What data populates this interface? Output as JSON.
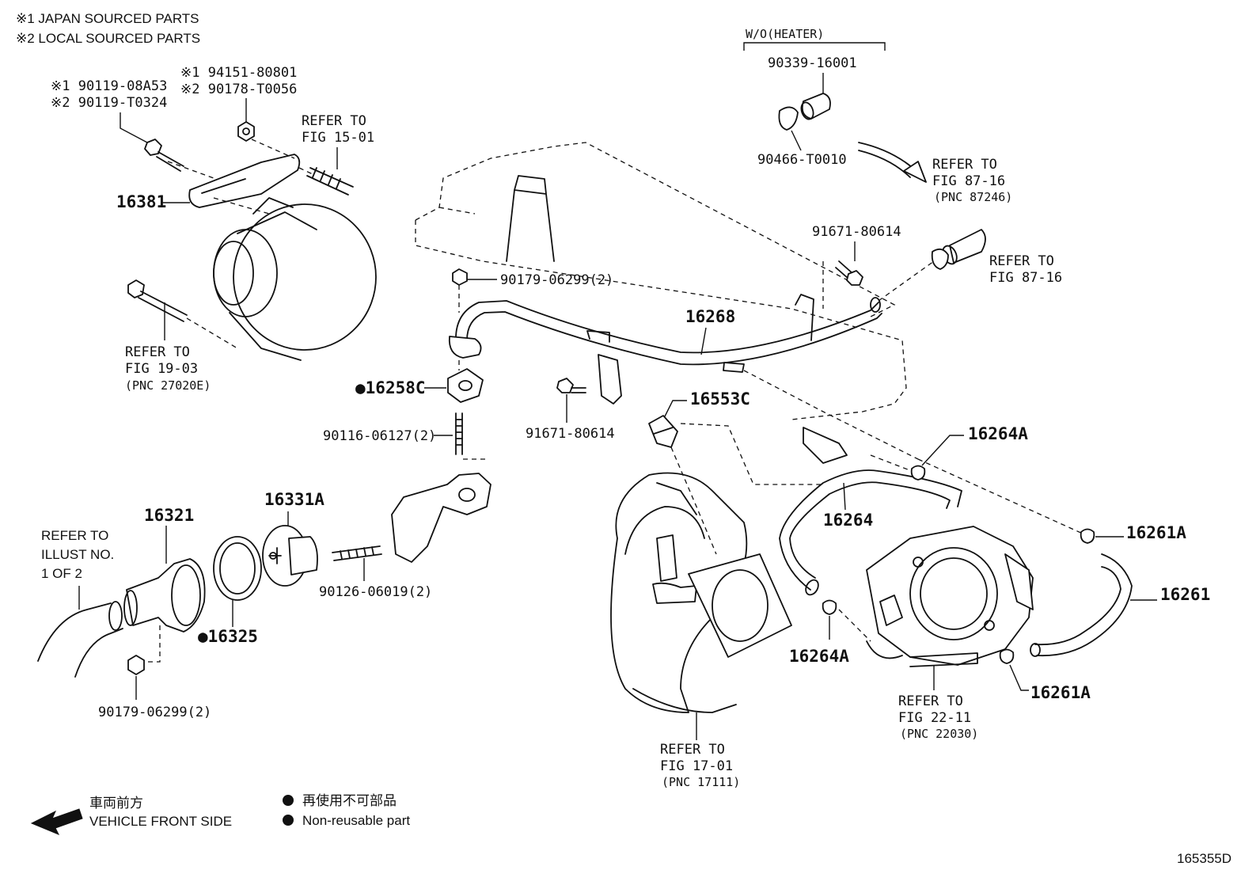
{
  "legend": {
    "note1": "※1 JAPAN SOURCED PARTS",
    "note2": "※2 LOCAL SOURCED PARTS",
    "nonreusable_jp": "再使用不可部品",
    "nonreusable_en": "Non-reusable part",
    "front_jp": "車両前方",
    "front_en": "VEHICLE FRONT SIDE",
    "bullet": "●"
  },
  "figure_id": "165355D",
  "heater_group": "W/O(HEATER)",
  "parts": {
    "bolt_jp": "※1 90119-08A53",
    "bolt_local": "※2 90119-T0324",
    "nut_jp": "※1 94151-80801",
    "nut_local": "※2 90178-T0056",
    "bracket": "16381",
    "hose_cover": "90339-16001",
    "clip_heater": "90466-T0010",
    "bolt_top": "91671-80614",
    "nut_water_pipe": "90179-06299(2)",
    "water_pipe": "16268",
    "gasket": "16258C",
    "stud_a": "90116-06127(2)",
    "bolt_mid": "91671-80614",
    "clamp": "16553C",
    "clip_a1": "16264A",
    "hose_a": "16264",
    "clip_a2": "16264A",
    "clip_b1": "16261A",
    "hose_b": "16261",
    "clip_b2": "16261A",
    "inlet": "16321",
    "thermostat": "16331A",
    "stud_b": "90126-06019(2)",
    "seal": "16325",
    "nut_inlet": "90179-06299(2)"
  },
  "refs": {
    "fig1501": [
      "REFER TO",
      "FIG 15-01"
    ],
    "fig1903": [
      "REFER TO",
      "FIG 19-03",
      "(PNC 27020E)"
    ],
    "fig8716a": [
      "REFER TO",
      "FIG 87-16",
      "(PNC 87246)"
    ],
    "fig8716b": [
      "REFER TO",
      "FIG 87-16"
    ],
    "illust": [
      "REFER TO",
      "ILLUST NO.",
      "1 OF 2"
    ],
    "fig1701": [
      "REFER TO",
      "FIG 17-01",
      "(PNC 17111)"
    ],
    "fig2211": [
      "REFER TO",
      "FIG 22-11",
      "(PNC 22030)"
    ]
  }
}
